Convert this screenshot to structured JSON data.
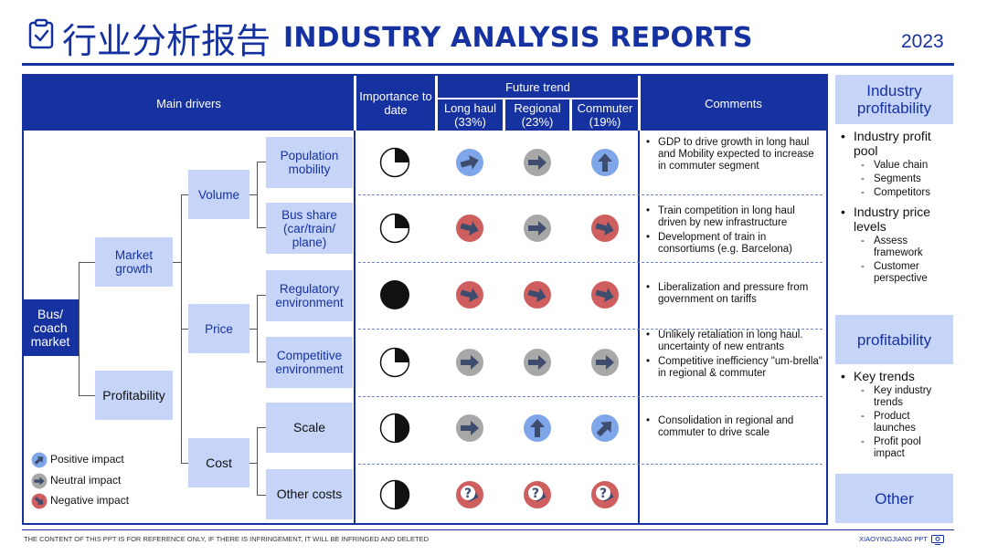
{
  "header": {
    "title_zh": "行业分析报告",
    "title_en": "INDUSTRY ANALYSIS REPORTS",
    "year": "2023"
  },
  "table_header": {
    "main_drivers": "Main drivers",
    "importance": "Importance to date",
    "future_trend": "Future trend",
    "long_haul": "Long haul (33%)",
    "regional": "Regional (23%)",
    "commuter": "Commuter (19%)",
    "comments": "Comments"
  },
  "tree": {
    "root": "Bus/ coach market",
    "market_growth": "Market growth",
    "profitability": "Profitability",
    "volume": "Volume",
    "price": "Price",
    "cost": "Cost"
  },
  "rows": [
    {
      "driver": "Population mobility",
      "importance": "quarter",
      "trend": [
        "positive",
        "neutral",
        "up"
      ],
      "comments": [
        "GDP to drive growth in long haul and Mobility expected to increase in commuter segment"
      ]
    },
    {
      "driver": "Bus share (car/train/ plane)",
      "importance": "quarter",
      "trend": [
        "negative",
        "neutral",
        "negative"
      ],
      "comments": [
        "Train competition in long haul driven by new infrastructure",
        "Development of train in consortiums (e.g. Barcelona)"
      ]
    },
    {
      "driver": "Regulatory environment",
      "importance": "full",
      "trend": [
        "negative",
        "negative",
        "negative"
      ],
      "comments": [
        "Liberalization and pressure from government on tariffs"
      ]
    },
    {
      "driver": "Competitive environment",
      "importance": "quarter",
      "trend": [
        "neutral",
        "neutral",
        "neutral"
      ],
      "comments": [
        "Unlikely retaliation in long haul. uncertainty of new entrants",
        "Competitive inefficiency \"um-brella\" in regional & commuter"
      ]
    },
    {
      "driver": "Scale",
      "importance": "half",
      "trend": [
        "neutral",
        "up",
        "positive"
      ],
      "comments": [
        "Consolidation in regional and commuter to drive scale"
      ]
    },
    {
      "driver": "Other costs",
      "importance": "half",
      "trend": [
        "question",
        "question",
        "question"
      ],
      "comments": []
    }
  ],
  "legend": {
    "positive": "Positive impact",
    "neutral": "Neutral impact",
    "negative": "Negative impact"
  },
  "right_panel": {
    "box1": "Industry profitability",
    "list1": [
      {
        "title": "Industry profit pool",
        "items": [
          "Value chain",
          "Segments",
          "Competitors"
        ]
      },
      {
        "title": "Industry price levels",
        "items": [
          "Assess framework",
          "Customer perspective"
        ]
      }
    ],
    "box2": "profitability",
    "list2": [
      {
        "title": "Key trends",
        "items": [
          "Key industry trends",
          "Product launches",
          "Profit pool impact"
        ]
      }
    ],
    "box3": "Other"
  },
  "footer": {
    "left": "THE CONTENT OF THIS PPT IS FOR REFERENCE ONLY, IF THERE IS INFRINGEMENT, IT WILL BE INFRINGED AND DELETED",
    "right": "XIAOYINGJIANG PPT"
  },
  "colors": {
    "brand": "#1632a0",
    "box_fill": "#c6d5f7",
    "positive": "#7ea6e8",
    "neutral": "#a8a8a8",
    "negative": "#cf5f5f",
    "arrow": "#3e4c6e"
  }
}
